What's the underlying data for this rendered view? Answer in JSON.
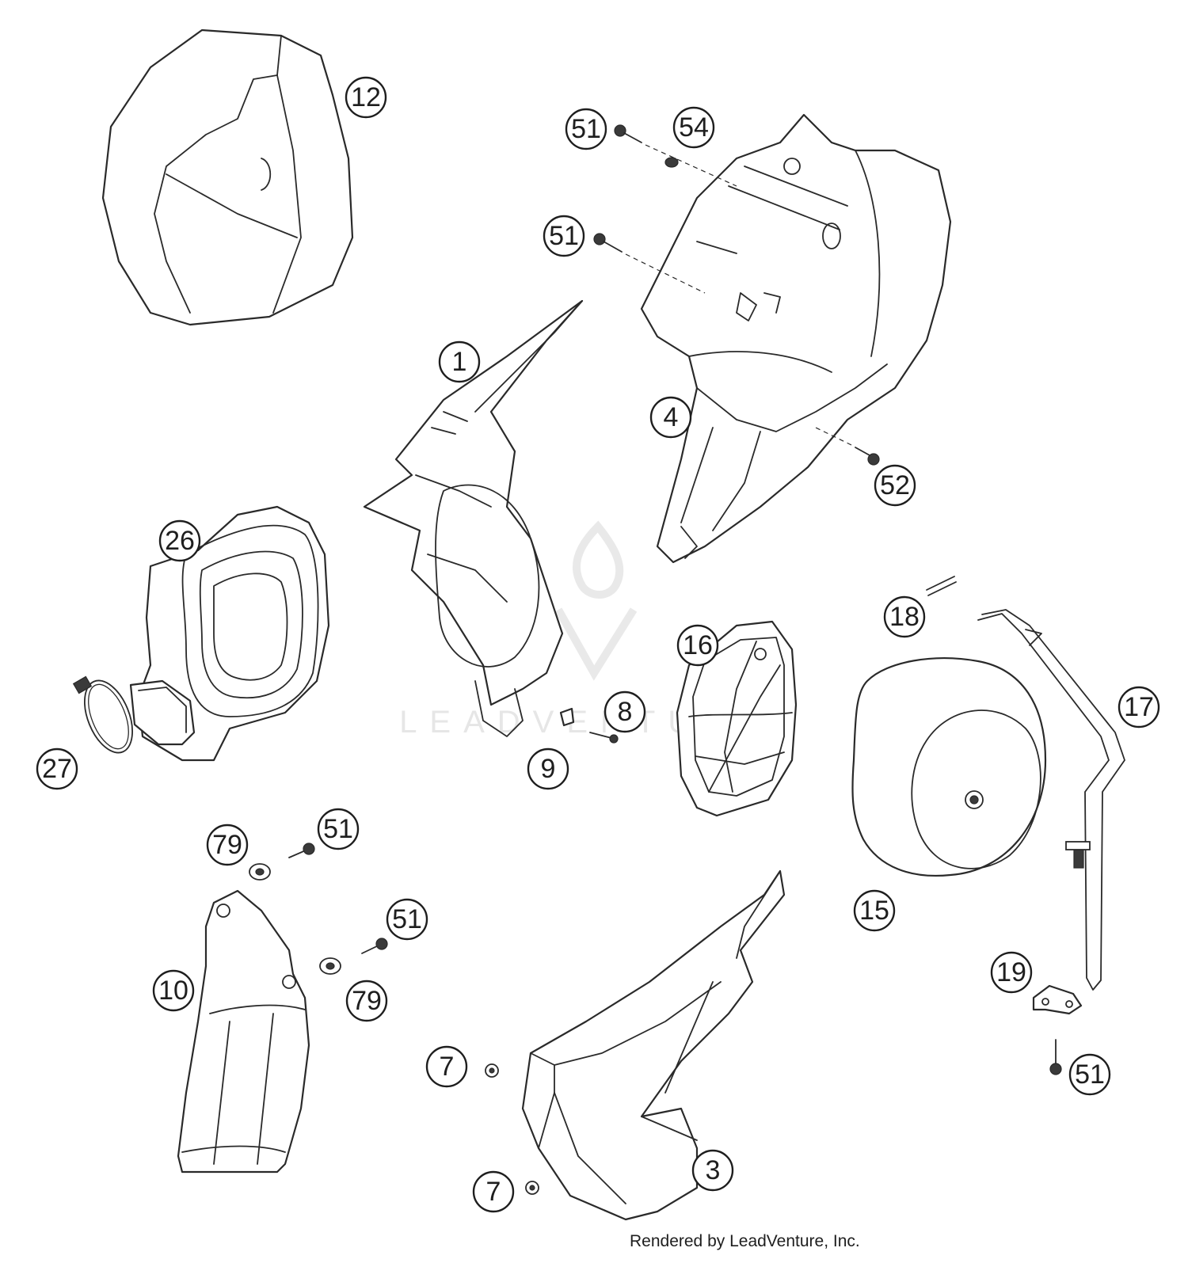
{
  "diagram": {
    "type": "exploded-parts-view",
    "callouts": [
      {
        "id": "c12",
        "label": "12"
      },
      {
        "id": "c51a",
        "label": "51"
      },
      {
        "id": "c54",
        "label": "54"
      },
      {
        "id": "c51b",
        "label": "51"
      },
      {
        "id": "c1",
        "label": "1"
      },
      {
        "id": "c4",
        "label": "4"
      },
      {
        "id": "c52",
        "label": "52"
      },
      {
        "id": "c26",
        "label": "26"
      },
      {
        "id": "c18",
        "label": "18"
      },
      {
        "id": "c16",
        "label": "16"
      },
      {
        "id": "c17",
        "label": "17"
      },
      {
        "id": "c8",
        "label": "8"
      },
      {
        "id": "c9",
        "label": "9"
      },
      {
        "id": "c27",
        "label": "27"
      },
      {
        "id": "c79a",
        "label": "79"
      },
      {
        "id": "c51c",
        "label": "51"
      },
      {
        "id": "c15",
        "label": "15"
      },
      {
        "id": "c51d",
        "label": "51"
      },
      {
        "id": "c10",
        "label": "10"
      },
      {
        "id": "c79b",
        "label": "79"
      },
      {
        "id": "c19",
        "label": "19"
      },
      {
        "id": "c7a",
        "label": "7"
      },
      {
        "id": "c51e",
        "label": "51"
      },
      {
        "id": "c3",
        "label": "3"
      },
      {
        "id": "c7b",
        "label": "7"
      }
    ]
  },
  "watermark": {
    "text": "LEADVENTURE"
  },
  "footer": {
    "credit": "Rendered by LeadVenture, Inc."
  }
}
